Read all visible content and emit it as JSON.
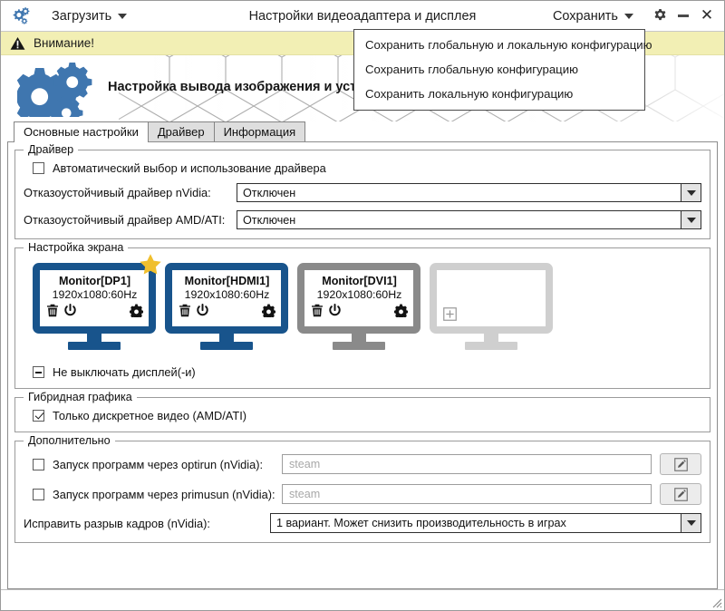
{
  "titlebar": {
    "logo_icon": "gears-logo-icon",
    "load_label": "Загрузить",
    "load_caret_icon": "chevron-down-icon",
    "title": "Настройки видеоадаптера и дисплея",
    "save_label": "Сохранить",
    "save_caret_icon": "chevron-down-icon",
    "settings_icon": "gear-icon",
    "minimize_icon": "minimize-icon",
    "close_icon": "close-icon"
  },
  "save_menu": {
    "items": [
      {
        "label": "Сохранить глобальную и локальную конфигурацию"
      },
      {
        "label": "Сохранить глобальную конфигурацию"
      },
      {
        "label": "Сохранить локальную конфигурацию"
      }
    ]
  },
  "warning": {
    "icon": "warning-triangle-icon",
    "text": "Внимание!",
    "background": "#f2efb4"
  },
  "banner": {
    "logo_icon": "gears-logo-icon",
    "title": "Настройка вывода изображения и установка драйвера видеокарты"
  },
  "tabs": [
    {
      "label": "Основные настройки",
      "active": true
    },
    {
      "label": "Драйвер",
      "active": false
    },
    {
      "label": "Информация",
      "active": false
    }
  ],
  "driver_group": {
    "legend": "Драйвер",
    "auto_checkbox": {
      "label": "Автоматический выбор и использование драйвера",
      "state": "unchecked"
    },
    "nvidia": {
      "label": "Отказоустойчивый драйвер nVidia:",
      "value": "Отключен"
    },
    "amd": {
      "label": "Отказоустойчивый драйвер AMD/ATI:",
      "value": "Отключен"
    }
  },
  "screen_group": {
    "legend": "Настройка экрана",
    "monitors": [
      {
        "name": "Monitor[DP1]",
        "resolution": "1920x1080:60Hz",
        "state": "active",
        "primary": true,
        "star_icon": "star-icon",
        "delete_icon": "trash-icon",
        "power_icon": "power-icon",
        "settings_icon": "gear-icon",
        "color": "#18548c"
      },
      {
        "name": "Monitor[HDMI1]",
        "resolution": "1920x1080:60Hz",
        "state": "active",
        "primary": false,
        "delete_icon": "trash-icon",
        "power_icon": "power-icon",
        "settings_icon": "gear-icon",
        "color": "#18548c"
      },
      {
        "name": "Monitor[DVI1]",
        "resolution": "1920x1080:60Hz",
        "state": "disabled",
        "primary": false,
        "delete_icon": "trash-icon",
        "power_icon": "power-icon",
        "settings_icon": "gear-icon",
        "color": "#8a8a8a"
      },
      {
        "name": "",
        "resolution": "",
        "state": "empty",
        "primary": false,
        "add_icon": "plus-square-icon",
        "color": "#cfcfcf"
      }
    ],
    "keep_on_checkbox": {
      "label": "Не выключать дисплей(-и)",
      "state": "indeterminate"
    }
  },
  "hybrid_group": {
    "legend": "Гибридная графика",
    "discrete_checkbox": {
      "label": "Только дискретное видео (AMD/ATI)",
      "state": "checked"
    }
  },
  "extra_group": {
    "legend": "Дополнительно",
    "optirun": {
      "label": "Запуск программ через optirun (nVidia):",
      "state": "unchecked",
      "placeholder": "steam",
      "value": "",
      "edit_icon": "pencil-square-icon"
    },
    "primusun": {
      "label": "Запуск программ через primusun (nVidia):",
      "state": "unchecked",
      "placeholder": "steam",
      "value": "",
      "edit_icon": "pencil-square-icon"
    },
    "tearfix": {
      "label": "Исправить разрыв кадров (nVidia):",
      "value": "1 вариант. Может снизить производительность в играх"
    }
  },
  "statusbar": {
    "grip_icon": "resize-grip-icon"
  }
}
